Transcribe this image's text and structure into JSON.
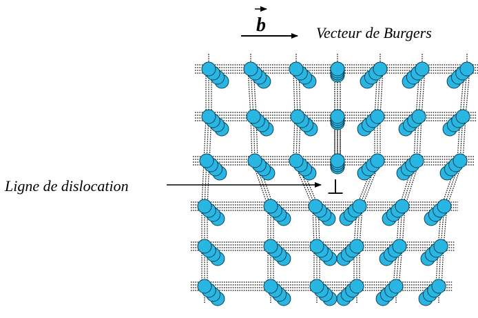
{
  "labels": {
    "burgers_symbol": "b",
    "burgers_text": "Vecteur de Burgers",
    "dislocation_line": "Ligne de dislocation",
    "edge_symbol": "⊥"
  },
  "lattice": {
    "rows": 6,
    "columns": 7,
    "atoms_per_stack": 4,
    "atom_color": "#29b6e3",
    "atom_outline": "#0a3d52",
    "bond_color": "#000000"
  }
}
